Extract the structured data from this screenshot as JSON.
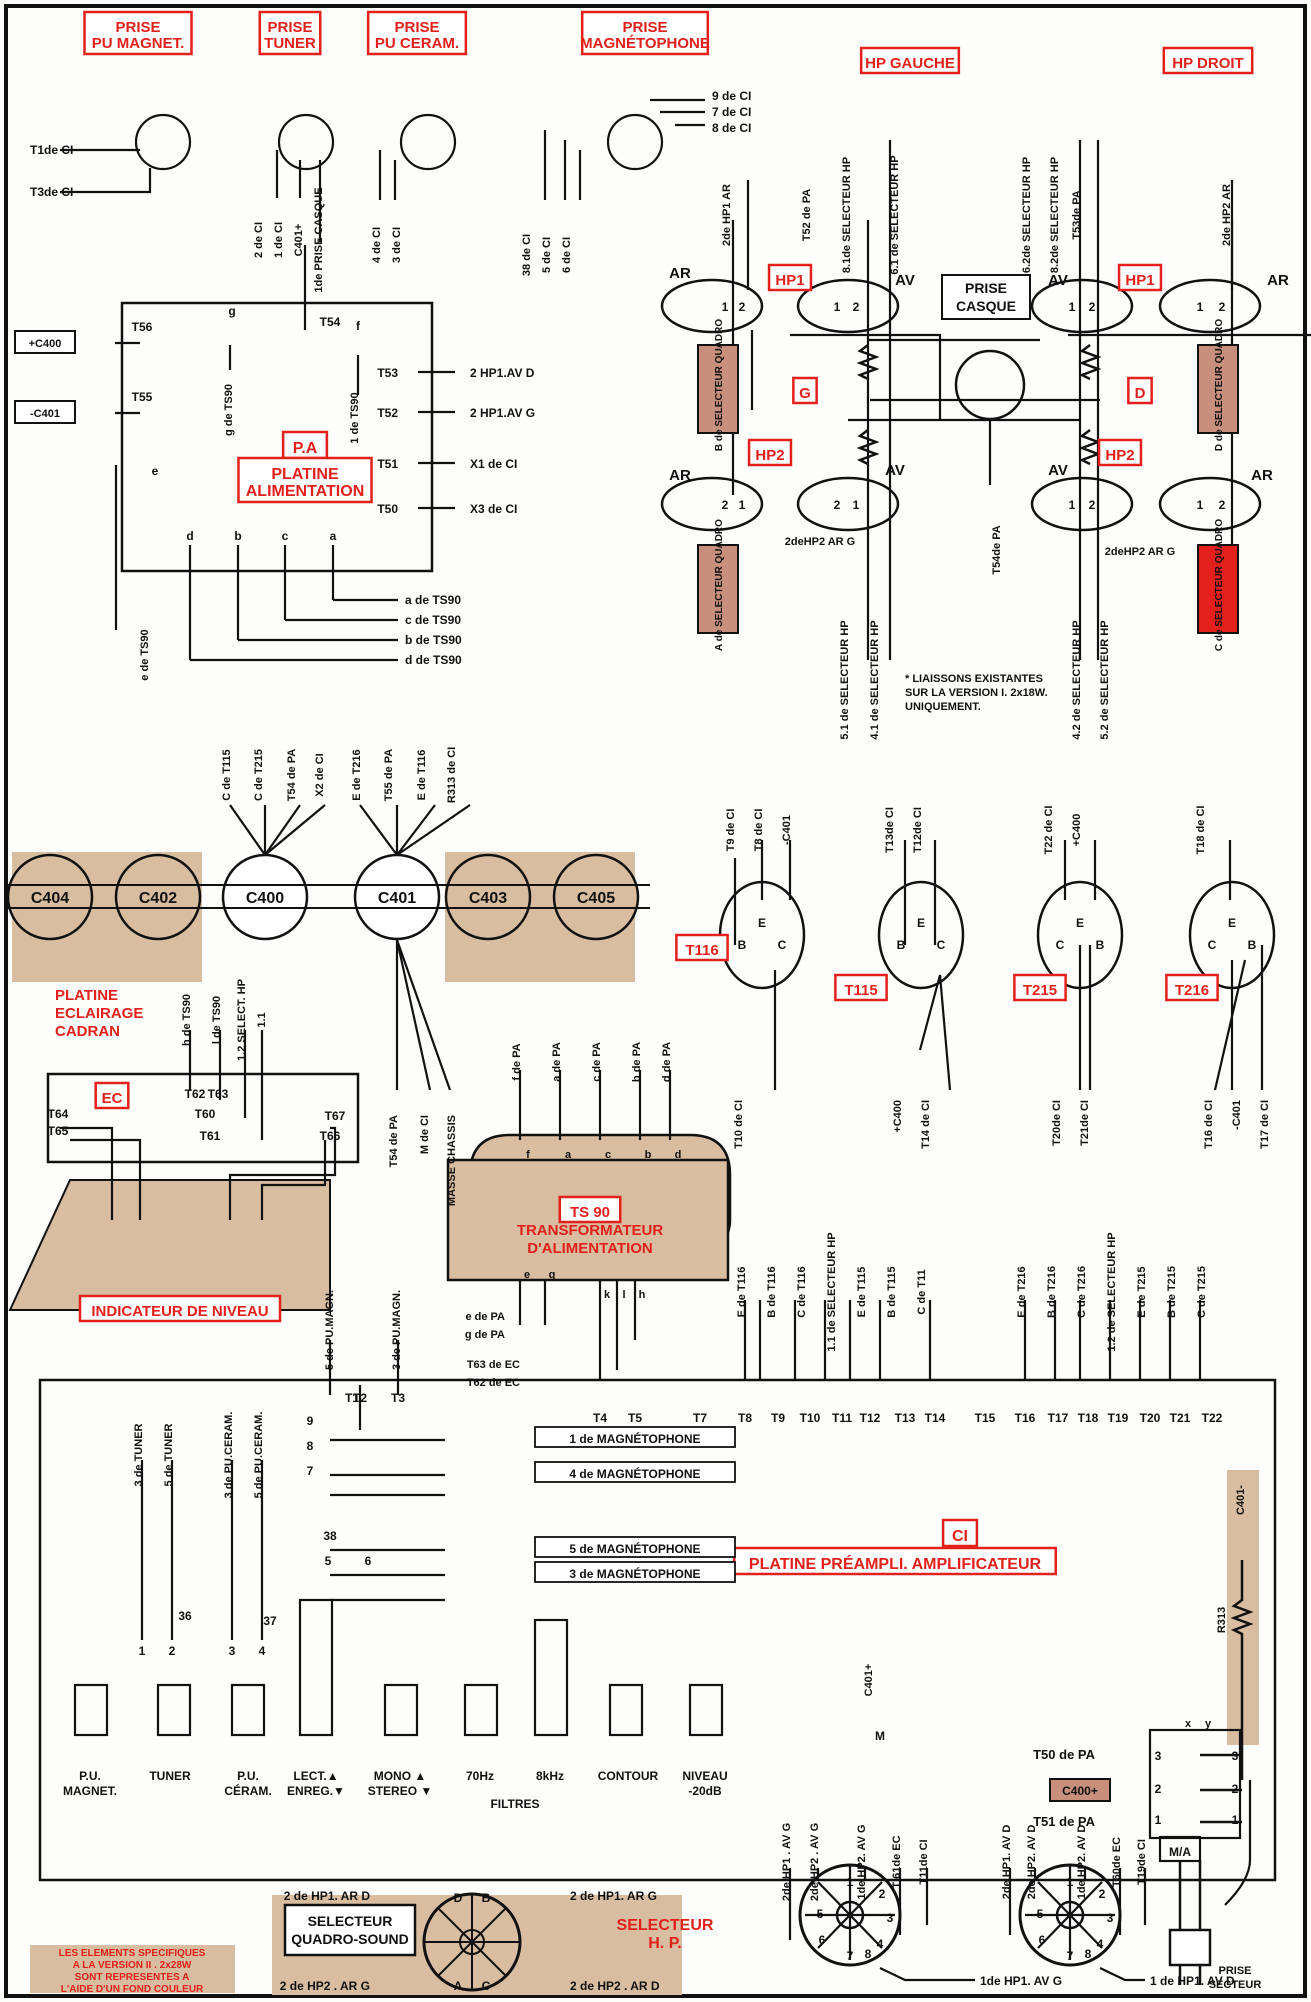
{
  "colors": {
    "red": "#e3201b",
    "tan": "#d8bda0",
    "line": "#111111"
  },
  "header_labels": [
    {
      "id": "pu-magnet",
      "lines": [
        "PRISE",
        "PU MAGNET."
      ]
    },
    {
      "id": "tuner",
      "lines": [
        "PRISE",
        "TUNER"
      ]
    },
    {
      "id": "pu-ceram",
      "lines": [
        "PRISE",
        "PU CERAM."
      ]
    },
    {
      "id": "magnetophone",
      "lines": [
        "PRISE",
        "MAGNÉTOPHONE"
      ]
    },
    {
      "id": "hp-gauche",
      "lines": [
        "HP GAUCHE"
      ]
    },
    {
      "id": "hp-droit",
      "lines": [
        "HP DROIT"
      ]
    }
  ],
  "pa": {
    "code": "P.A",
    "lines": [
      "PLATINE",
      "ALIMENTATION"
    ]
  },
  "pa_terminals": {
    "right": [
      "T53",
      "T52",
      "T51",
      "T50"
    ],
    "right_dest": [
      "2 HP1.AV D",
      "2 HP1.AV G",
      "X1 de CI",
      "X3 de CI"
    ],
    "left": [
      "+C400",
      "-C401"
    ],
    "left_terms": [
      "T56",
      "T55"
    ],
    "top": [
      "T54"
    ],
    "pins": [
      "g",
      "f",
      "e",
      "d",
      "b",
      "c",
      "a"
    ],
    "bottom_dest": [
      "a de TS90",
      "c de TS90",
      "b de TS90",
      "d de TS90"
    ],
    "side_labels": [
      "g de TS90",
      "1 de TS90",
      "e de TS90"
    ]
  },
  "connector_labels": {
    "pu_magnet": [
      "T1de CI",
      "T3de CI"
    ],
    "tuner": [
      "2 de CI",
      "1 de CI",
      "C401+",
      "1de PRISE CASQUE"
    ],
    "pu_ceram": [
      "4 de CI",
      "3 de CI"
    ],
    "magneto": [
      "9 de CI",
      "7 de CI",
      "8 de CI",
      "38 de CI",
      "5 de CI",
      "6 de CI"
    ]
  },
  "speaker": {
    "hp1": "HP1",
    "hp2": "HP2",
    "g": "G",
    "d": "D",
    "ar": "AR",
    "av": "AV",
    "casque": [
      "PRISE",
      "CASQUE"
    ],
    "top_gauche": [
      "2de HP1 AR",
      "T52 de PA",
      "8.1de SELECTEUR HP",
      "6.1 de SELECTEUR HP"
    ],
    "top_droit": [
      "6.2de SELECTEUR HP",
      "8.2de SELECTEUR HP",
      "T53de PA",
      "2de HP2 AR"
    ],
    "quadro": [
      "B de SELECTEUR QUADRO",
      "D de SELECTEUR QUADRO",
      "A de SELECTEUR QUADRO",
      "C de SELECTEUR QUADRO"
    ],
    "bottom_gauche": [
      "5.1 de SELECTEUR HP",
      "4.1 de SELECTEUR HP"
    ],
    "bottom_droit": [
      "4.2 de SELECTEUR HP",
      "5.2 de SELECTEUR HP"
    ],
    "hp2_ar": [
      "2deHP2 AR G",
      "2deHP2 AR G"
    ],
    "t54": "T54de PA",
    "note": [
      "* LIAISSONS EXISTANTES",
      "SUR LA VERSION I. 2x18W.",
      "UNIQUEMENT."
    ],
    "pins": [
      "1",
      "2"
    ]
  },
  "capacitors": {
    "names": [
      "C404",
      "C402",
      "C400",
      "C401",
      "C403",
      "C405"
    ],
    "c400_leads": [
      "C de T115",
      "C de T215",
      "T54 de PA",
      "X2 de CI"
    ],
    "c401_leads": [
      "E de T216",
      "T55 de PA",
      "E de T116",
      "R313 de CI"
    ],
    "c401_bottom": [
      "T54 de PA",
      "M de CI",
      "MASSE CHASSIS"
    ]
  },
  "transistors": [
    {
      "name": "T116",
      "top": [
        "T9 de CI",
        "T8 de CI",
        "-C401"
      ],
      "bottom": [
        "T10 de CI"
      ],
      "pins": [
        "B",
        "E",
        "C"
      ]
    },
    {
      "name": "T115",
      "top": [
        "T13de CI",
        "T12de CI"
      ],
      "bottom": [
        "+C400",
        "T14 de CI"
      ],
      "pins": [
        "B",
        "E",
        "C"
      ]
    },
    {
      "name": "T215",
      "top": [
        "T22 de CI",
        "+C400"
      ],
      "bottom": [
        "T20de CI",
        "T21de CI"
      ],
      "pins": [
        "C",
        "E",
        "B"
      ]
    },
    {
      "name": "T216",
      "top": [
        "T18 de CI"
      ],
      "bottom": [
        "T16 de CI",
        "-C401",
        "T17 de CI"
      ],
      "pins": [
        "C",
        "E",
        "B"
      ]
    }
  ],
  "ec": {
    "title_lines": [
      "PLATINE",
      "ECLAIRAGE",
      "CADRAN"
    ],
    "code": "EC",
    "terms": [
      "T62",
      "T63",
      "T60",
      "T61",
      "T64",
      "T65",
      "T67",
      "T66"
    ],
    "top_leads": [
      "h de TS90",
      "l de TS90",
      "1.2 SELECT. HP",
      "1.1"
    ],
    "indicator": "INDICATEUR DE NIVEAU"
  },
  "ts90": {
    "code": "TS 90",
    "lines": [
      "TRANSFORMATEUR",
      "D'ALIMENTATION"
    ],
    "top_leads": [
      "f de PA",
      "a de PA",
      "c de PA",
      "b de PA",
      "d de PA"
    ],
    "top_pins": [
      "f",
      "a",
      "c",
      "b",
      "d"
    ],
    "bottom_pins": [
      "e",
      "g",
      "k",
      "l",
      "h"
    ],
    "left_leads": [
      "e de PA",
      "g de PA",
      "T63 de EC",
      "T62 de EC"
    ]
  },
  "ci": {
    "code": "CI",
    "title": "PLATINE PRÉAMPLI. AMPLIFICATEUR",
    "terms_top": [
      "T1",
      "T2",
      "T3",
      "T4",
      "T5",
      "T7",
      "T8",
      "T9",
      "T10",
      "T11",
      "T12",
      "T13",
      "T14",
      "T15",
      "T16",
      "T17",
      "T18",
      "T19",
      "T20",
      "T21",
      "T22"
    ],
    "pu_leads": [
      "5 de PU.MAGN.",
      "3 de PU.MAGN."
    ],
    "upper_leads_left": [
      "E de T116",
      "B de T116",
      "C de T116",
      "1.1 de SELECTEUR HP",
      "E de T115",
      "B de T115",
      "C de T11"
    ],
    "upper_leads_right": [
      "E de T216",
      "B de T216",
      "C de T216",
      "1.2 de SELECTEUR HP",
      "E de T215",
      "B de T215",
      "C de T215"
    ],
    "input_leads": [
      "3 de TUNER",
      "5 de TUNER",
      "3 de PU.CERAM.",
      "5 de PU.CERAM."
    ],
    "magneto_out": [
      "1 de MAGNÉTOPHONE",
      "4 de MAGNÉTOPHONE",
      "5 de MAGNÉTOPHONE",
      "3 de MAGNÉTOPHONE"
    ],
    "pin_nums": [
      "9",
      "8",
      "7",
      "38",
      "5",
      "6",
      "36",
      "37",
      "1",
      "2",
      "3",
      "4"
    ],
    "right": [
      "T50 de PA",
      "C400+",
      "T51 de PA",
      "R313",
      "C401-",
      "C401+",
      "M",
      "M/A"
    ],
    "xy": [
      "x",
      "y"
    ],
    "rnum": [
      "3",
      "2",
      "1"
    ]
  },
  "buttons": [
    {
      "id": "pu-magnet",
      "lines": [
        "P.U.",
        "MAGNET."
      ]
    },
    {
      "id": "tuner",
      "lines": [
        "TUNER"
      ]
    },
    {
      "id": "pu-ceram",
      "lines": [
        "P.U.",
        "CÉRAM."
      ]
    },
    {
      "id": "lect",
      "lines": [
        "LECT.▲",
        "ENREG.▼"
      ]
    },
    {
      "id": "mono",
      "lines": [
        "MONO ▲",
        "STEREO ▼"
      ]
    },
    {
      "id": "70hz",
      "lines": [
        "70Hz"
      ]
    },
    {
      "id": "8khz",
      "lines": [
        "8kHz"
      ]
    },
    {
      "id": "contour",
      "lines": [
        "CONTOUR"
      ]
    },
    {
      "id": "niveau",
      "lines": [
        "NIVEAU",
        "-20dB"
      ]
    }
  ],
  "filtres": "FILTRES",
  "selector": {
    "title": [
      "SELECTEUR",
      "QUADRO-SOUND"
    ],
    "hp_title": [
      "SELECTEUR",
      "H. P."
    ],
    "top": [
      "2 de HP1. AR D",
      "2 de HP1. AR G"
    ],
    "bottom": [
      "2 de HP2 . AR G",
      "2 de HP2 . AR D"
    ],
    "letters": [
      "D",
      "B",
      "A",
      "C"
    ],
    "sw1": [
      "2de HP1 . AV G",
      "2de HP2 . AV G",
      "1de HP2. AV G",
      "T 61de EC",
      "T11de CI",
      "1de HP1. AV G"
    ],
    "sw2": [
      "2de HP1. AV D",
      "2de HP2. AV D",
      "1de HP2. AV D",
      "T60de EC",
      "T19de CI",
      "1 de HP1. AV D"
    ],
    "sw_nums": [
      "1",
      "2",
      "3",
      "4",
      "5",
      "6",
      "7",
      "8"
    ],
    "plug": [
      "PRISE",
      "SECTEUR"
    ]
  },
  "note": [
    "LES ELEMENTS SPECIFIQUES",
    "A LA VERSION II . 2x28W",
    "SONT REPRESENTES A",
    "L'AIDE D'UN FOND COULEUR"
  ]
}
